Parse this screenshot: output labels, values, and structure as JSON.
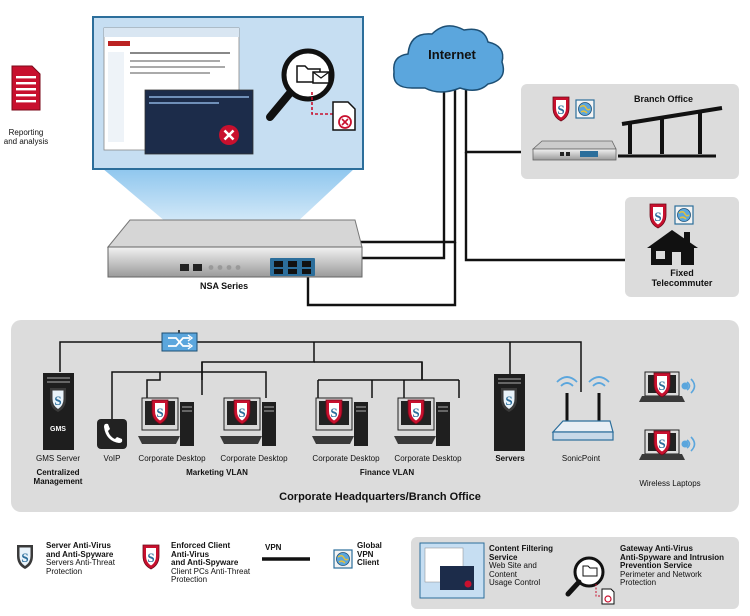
{
  "top": {
    "reporting_label_1": "Reporting",
    "reporting_label_2": "and analysis",
    "internet_label": "Internet",
    "nsa_label": "NSA Series",
    "branch_office_label": "Branch Office",
    "telecommuter_label_1": "Fixed",
    "telecommuter_label_2": "Telecommuter"
  },
  "hq": {
    "title": "Corporate Headquarters/Branch Office",
    "gms_label": "GMS Server",
    "gms_screen_text": "GMS",
    "centralized_1": "Centralized",
    "centralized_2": "Management",
    "voip_label": "VoIP",
    "desktop_1": "Corporate Desktop",
    "desktop_2": "Corporate Desktop",
    "desktop_3": "Corporate Desktop",
    "desktop_4": "Corporate Desktop",
    "marketing_vlan": "Marketing VLAN",
    "finance_vlan": "Finance VLAN",
    "servers_label": "Servers",
    "sonicpoint_label": "SonicPoint",
    "laptops_label": "Wireless Laptops"
  },
  "legend": {
    "server_av_1": "Server Anti-Virus",
    "server_av_2": "and Anti-Spyware",
    "server_av_3": "Servers Anti-Threat",
    "server_av_4": "Protection",
    "client_av_1": "Enforced Client",
    "client_av_2": "Anti-Virus",
    "client_av_3": "and Anti-Spyware",
    "client_av_4": "Client PCs Anti-Threat",
    "client_av_5": "Protection",
    "vpn_label": "VPN",
    "gvpn_1": "Global",
    "gvpn_2": "VPN",
    "gvpn_3": "Client",
    "cfs_1": "Content Filtering",
    "cfs_2": "Service",
    "cfs_3": "Web Site and",
    "cfs_4": "Content",
    "cfs_5": "Usage Control",
    "gav_1": "Gateway Anti-Virus",
    "gav_2": "Anti-Spyware and Intrusion",
    "gav_3": "Prevention Service",
    "gav_4": "Perimeter and Network",
    "gav_5": "Protection"
  },
  "colors": {
    "accent_red": "#c8102e",
    "shield_blue": "#2c6e9b",
    "cloud_blue": "#5ba6dd",
    "panel_gray": "#dcdcdc",
    "popup_blue": "#bcd9f0",
    "line_black": "#111111"
  },
  "icons": [
    "document-icon",
    "cloud-icon",
    "magnifier-icon",
    "firewall-appliance-icon",
    "shield-s-icon",
    "globe-vpn-icon",
    "house-icon",
    "building-icon",
    "switch-icon",
    "server-icon",
    "phone-icon",
    "desktop-icon",
    "wireless-ap-icon",
    "laptop-icon"
  ]
}
